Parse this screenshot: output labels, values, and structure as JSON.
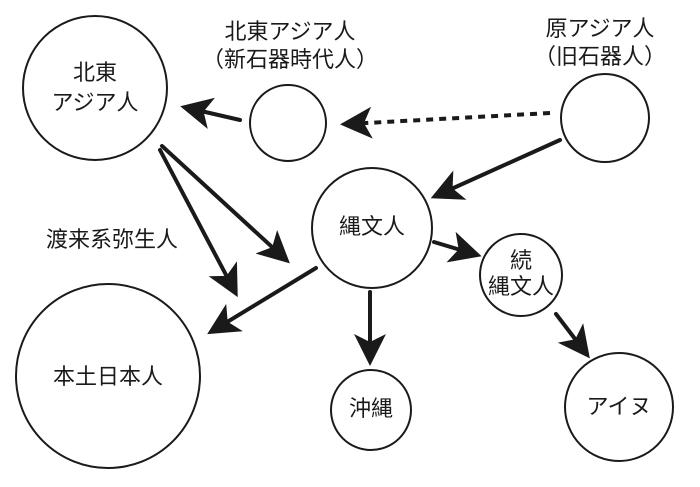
{
  "nodes": {
    "hokuto_asia": {
      "line1": "北東",
      "line2": "アジア人"
    },
    "neolithic": {
      "caption_line1": "北東アジア人",
      "caption_line2": "（新石器時代人）"
    },
    "proto_asian": {
      "caption_line1": "原アジア人",
      "caption_line2": "（旧石器人）"
    },
    "jomon": {
      "line1": "縄文人"
    },
    "zoku_jomon": {
      "line1": "続",
      "line2": "縄文人"
    },
    "hondo": {
      "line1": "本土日本人"
    },
    "okinawa": {
      "line1": "沖縄"
    },
    "ainu": {
      "line1": "アイヌ"
    }
  },
  "annotations": {
    "torai_yayoi": "渡来系弥生人"
  },
  "colors": {
    "ink": "#1a1a1a",
    "background": "#ffffff"
  }
}
